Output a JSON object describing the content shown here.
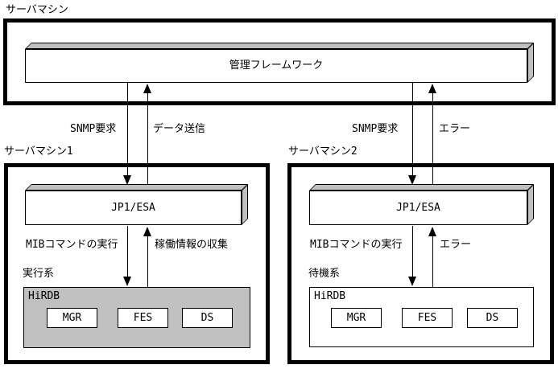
{
  "colors": {
    "line": "#000000",
    "shade_gray": "#c0c0c0",
    "active_db_fill": "#c0c0c0",
    "standby_db_fill": "#ffffff"
  },
  "top": {
    "label": "サーバマシン",
    "framework": "管理フレームワーク"
  },
  "flows_top": {
    "left_request": "SNMP要求",
    "left_response": "データ送信",
    "right_request": "SNMP要求",
    "right_response": "エラー"
  },
  "server1": {
    "label": "サーバマシン1",
    "agent": "JP1/ESA",
    "flow_down": "MIBコマンドの実行",
    "flow_up": "稼働情報の収集",
    "system": "実行系",
    "db": {
      "name": "HiRDB",
      "units": [
        "MGR",
        "FES",
        "DS"
      ]
    }
  },
  "server2": {
    "label": "サーバマシン2",
    "agent": "JP1/ESA",
    "flow_down": "MIBコマンドの実行",
    "flow_up": "エラー",
    "system": "待機系",
    "db": {
      "name": "HiRDB",
      "units": [
        "MGR",
        "FES",
        "DS"
      ]
    }
  }
}
